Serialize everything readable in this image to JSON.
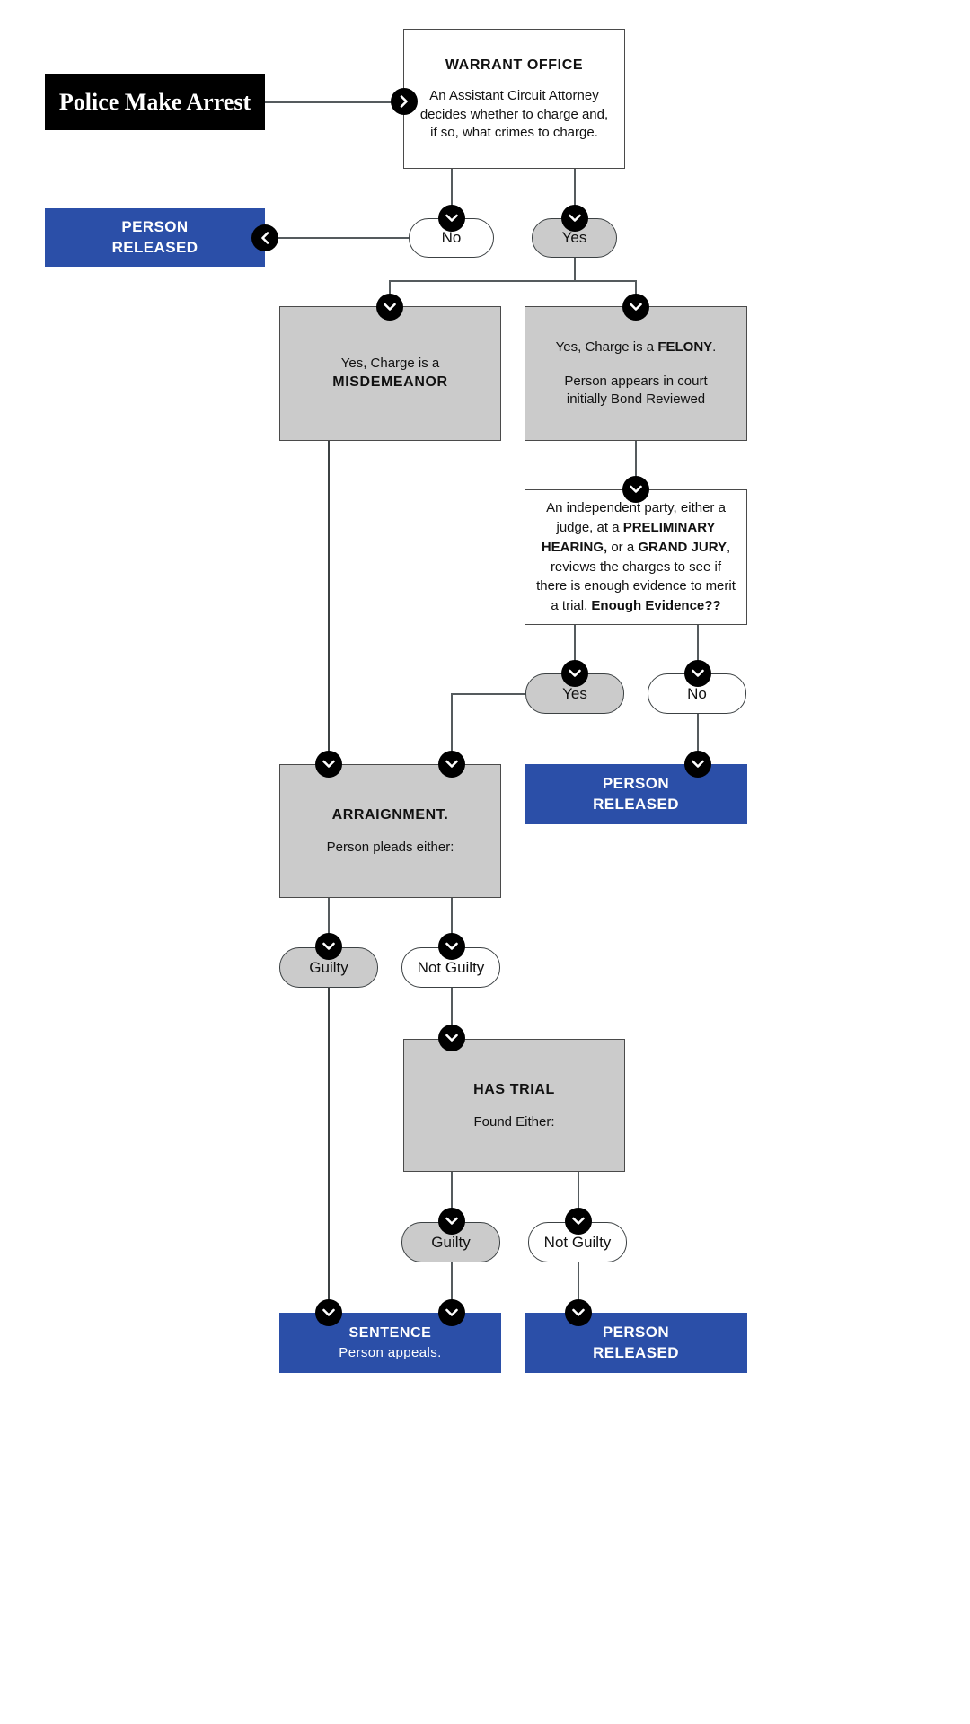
{
  "diagram": {
    "title": "Criminal Case Process Flowchart",
    "colors": {
      "blue": "#2b4fa8",
      "gray": "#cbcbcb",
      "black": "#000000",
      "line": "#555b5e"
    }
  },
  "nodes": {
    "police_arrest": {
      "label": "Police Make Arrest"
    },
    "warrant_office": {
      "title": "WARRANT OFFICE",
      "line1": "An Assistant Circuit Attorney",
      "line2": "decides whether to charge and,",
      "line3": "if so, what crimes to charge."
    },
    "released_1": {
      "line1": "PERSON",
      "line2": "RELEASED"
    },
    "released_2": {
      "line1": "PERSON",
      "line2": "RELEASED"
    },
    "released_3": {
      "line1": "PERSON",
      "line2": "RELEASED"
    },
    "misdemeanor": {
      "line1": "Yes, Charge is a",
      "line2": "MISDEMEANOR"
    },
    "felony": {
      "line1_pre": "Yes, Charge is a ",
      "line1_bold": "FELONY",
      "line1_post": ".",
      "line2": "Person appears in court",
      "line3": "initially Bond Reviewed"
    },
    "review": {
      "t1": "An independent party, either a",
      "t2_pre": "judge, at a ",
      "t2_bold": "PRELIMINARY",
      "t3_bold": "HEARING,",
      "t3_mid": " or a ",
      "t3_bold2": "GRAND",
      "t4_bold": "JURY",
      "t4_post": ", reviews the charges to see",
      "t5": "if there is enough evidence to",
      "t6_pre": "merit a trial. ",
      "t6_bold": "Enough Evidence??"
    },
    "arraignment": {
      "title": "ARRAIGNMENT.",
      "body": "Person pleads either:"
    },
    "has_trial": {
      "title": "HAS TRIAL",
      "body": "Found Either:"
    },
    "sentence": {
      "title": "SENTENCE",
      "body": "Person appeals."
    }
  },
  "pills": {
    "charge_no": "No",
    "charge_yes": "Yes",
    "evidence_yes": "Yes",
    "evidence_no": "No",
    "plea_guilty": "Guilty",
    "plea_not_guilty": "Not Guilty",
    "verdict_guilty": "Guilty",
    "verdict_not_guilty": "Not Guilty"
  },
  "icons": {
    "arrow_down": "chevron-down-icon",
    "arrow_right": "chevron-right-icon",
    "arrow_left": "chevron-left-icon"
  }
}
